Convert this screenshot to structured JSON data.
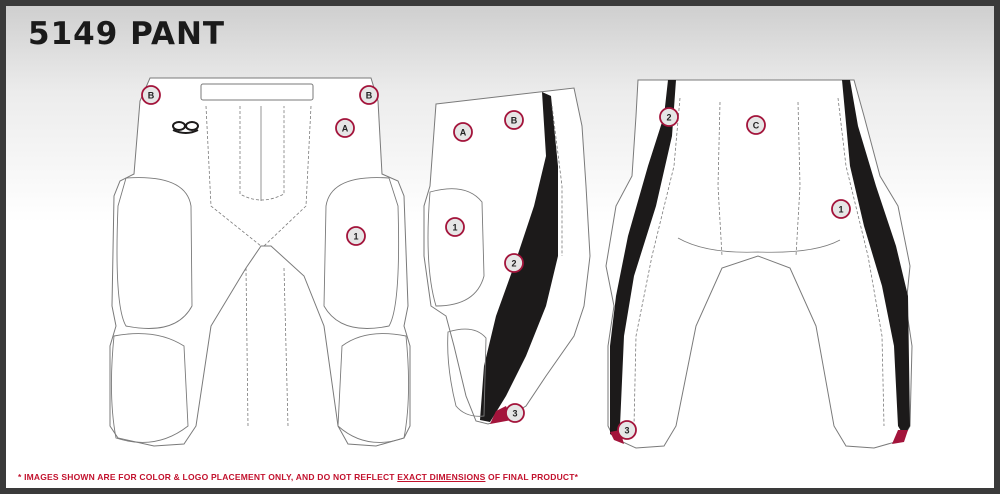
{
  "title": "5149 PANT",
  "disclaimer": {
    "prefix": "* IMAGES SHOWN ARE FOR COLOR & LOGO PLACEMENT ONLY, AND DO NOT REFLECT ",
    "emphasis": "EXACT DIMENSIONS",
    "suffix": " OF FINAL PRODUCT*"
  },
  "colors": {
    "accent_panel": "#1c1a1a",
    "trim": "#a3143b",
    "disclaimer": "#c2112d",
    "garment": "#ffffff",
    "outline": "#7a7a7a"
  },
  "views": {
    "front": {
      "logo": "boombah-logo-icon",
      "labels": [
        "B",
        "B",
        "A",
        "1"
      ]
    },
    "side": {
      "labels": [
        "A",
        "B",
        "1",
        "2",
        "3"
      ]
    },
    "back": {
      "labels": [
        "2",
        "C",
        "1",
        "3"
      ]
    }
  }
}
